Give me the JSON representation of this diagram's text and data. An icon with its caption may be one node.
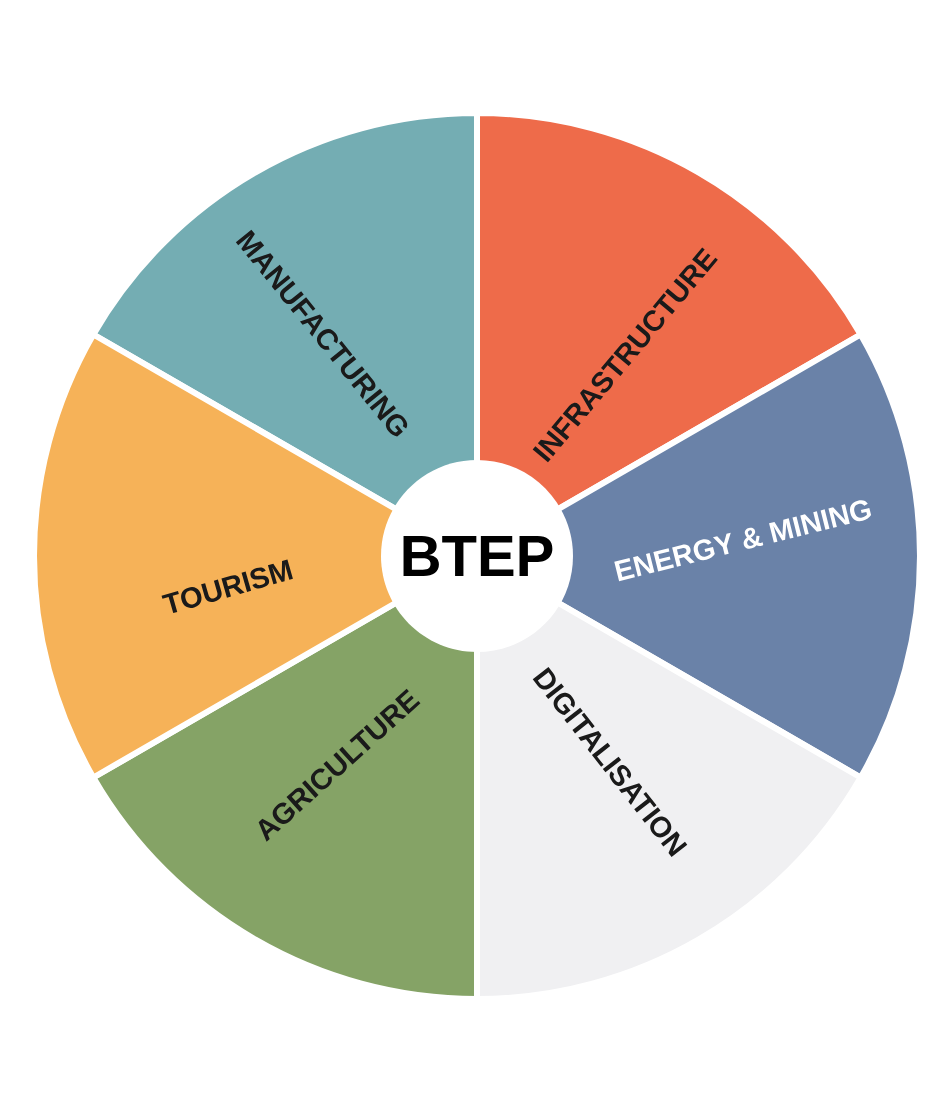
{
  "diagram": {
    "nodes": [
      {
        "text": [
          "BTEP"
        ]
      },
      {
        "text": [
          "MANUFACTURING"
        ]
      },
      {
        "text": [
          "INFRASTRUCTURE"
        ]
      },
      {
        "text": [
          "ENERGY & MINING"
        ]
      },
      {
        "text": [
          "DIGITALISATION"
        ]
      },
      {
        "text": [
          "AGRICULTURE"
        ]
      },
      {
        "text": [
          "TOURISM"
        ]
      }
    ]
  }
}
